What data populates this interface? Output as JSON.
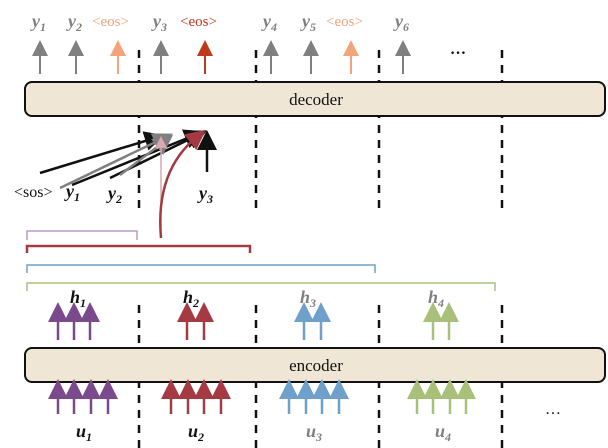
{
  "decoder": {
    "label": "decoder"
  },
  "encoder": {
    "label": "encoder"
  },
  "colors": {
    "box_fill": "#efe6d6",
    "eos_light": "#f4a37a",
    "eos_dark": "#c0391b",
    "gray": "#808080",
    "purple": "#7b4a8c",
    "red": "#a53a42",
    "blue": "#6fa0cc",
    "green": "#a9c07a",
    "attention": "#a33a42"
  },
  "outputs": [
    {
      "base": "y",
      "sub": "1",
      "color": "#808080"
    },
    {
      "base": "y",
      "sub": "2",
      "color": "#808080"
    },
    {
      "text": "<eos>",
      "color": "#f4a37a"
    },
    {
      "base": "y",
      "sub": "3",
      "color": "#808080"
    },
    {
      "text": "<eos>",
      "color": "#c0391b"
    },
    {
      "base": "y",
      "sub": "4",
      "color": "#808080"
    },
    {
      "base": "y",
      "sub": "5",
      "color": "#808080"
    },
    {
      "text": "<eos>",
      "color": "#f4a37a"
    },
    {
      "base": "y",
      "sub": "6",
      "color": "#808080"
    }
  ],
  "ellipsis_top": "…",
  "ellipsis_bottom": "…",
  "decoder_inputs": {
    "sos": "<sos>",
    "y1": {
      "base": "y",
      "sub": "1"
    },
    "y2": {
      "base": "y",
      "sub": "2"
    },
    "y3": {
      "base": "y",
      "sub": "3"
    }
  },
  "hidden": [
    {
      "base": "h",
      "sub": "1",
      "color": "#111111"
    },
    {
      "base": "h",
      "sub": "2",
      "color": "#111111"
    },
    {
      "base": "h",
      "sub": "3",
      "color": "#808080"
    },
    {
      "base": "h",
      "sub": "4",
      "color": "#808080"
    }
  ],
  "inputs": [
    {
      "base": "u",
      "sub": "1",
      "color": "#111111"
    },
    {
      "base": "u",
      "sub": "2",
      "color": "#111111"
    },
    {
      "base": "u",
      "sub": "3",
      "color": "#808080"
    },
    {
      "base": "u",
      "sub": "4",
      "color": "#808080"
    }
  ]
}
